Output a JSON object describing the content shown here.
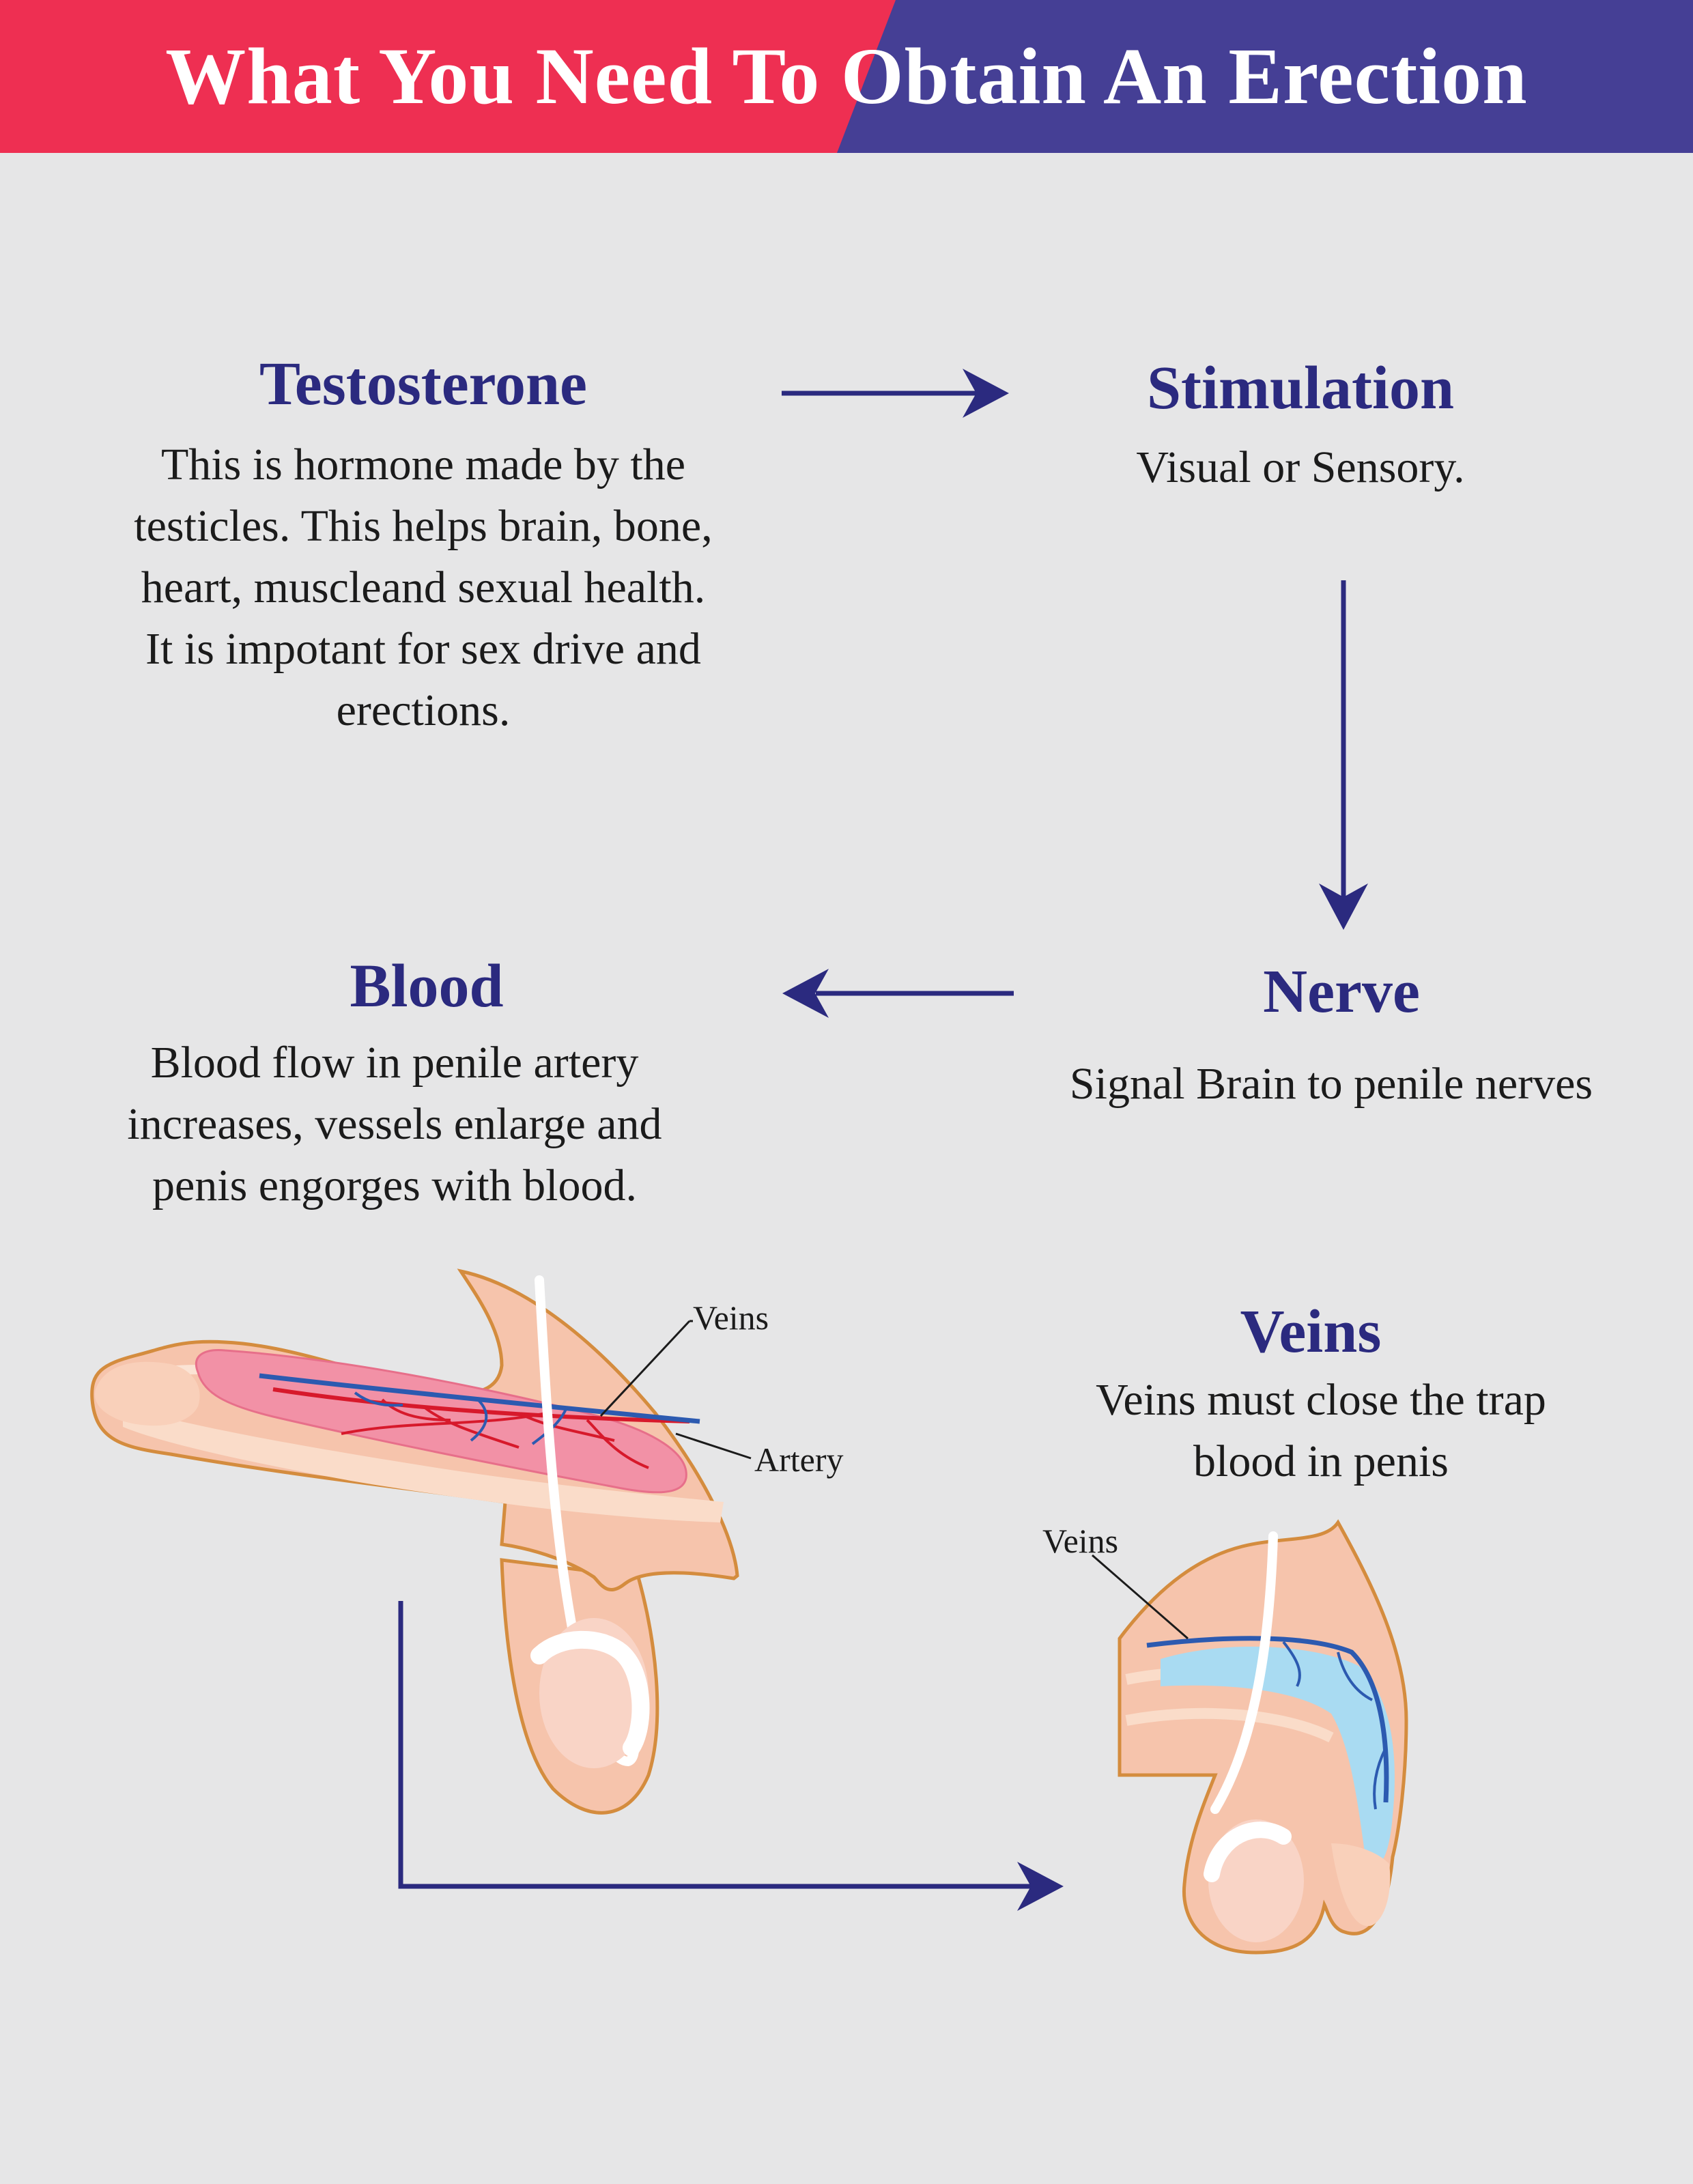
{
  "header": {
    "title": "What You Need To Obtain An Erection",
    "colors": {
      "left": "#ee2f52",
      "right": "#453f95"
    }
  },
  "accent_color": "#2b2a7f",
  "steps": {
    "testosterone": {
      "title": "Testosterone",
      "lines": [
        "This is hormone made by the",
        "testicles. This helps brain, bone,",
        "heart, muscleand sexual health.",
        "It is impotant for sex drive and",
        "erections."
      ]
    },
    "stimulation": {
      "title": "Stimulation",
      "lines": [
        "Visual or Sensory."
      ]
    },
    "nerve": {
      "title": "Nerve",
      "lines": [
        "Signal Brain to penile nerves"
      ]
    },
    "blood": {
      "title": "Blood",
      "lines": [
        "Blood flow in penile artery",
        "increases, vessels enlarge and",
        "penis engorges with blood."
      ]
    },
    "veins": {
      "title": "Veins",
      "lines": [
        "Veins must close the trap",
        "blood in penis"
      ]
    }
  },
  "illustrations": {
    "erect": {
      "label_veins": "Veins",
      "label_artery": "Artery"
    },
    "flaccid": {
      "label_veins": "Veins"
    }
  }
}
